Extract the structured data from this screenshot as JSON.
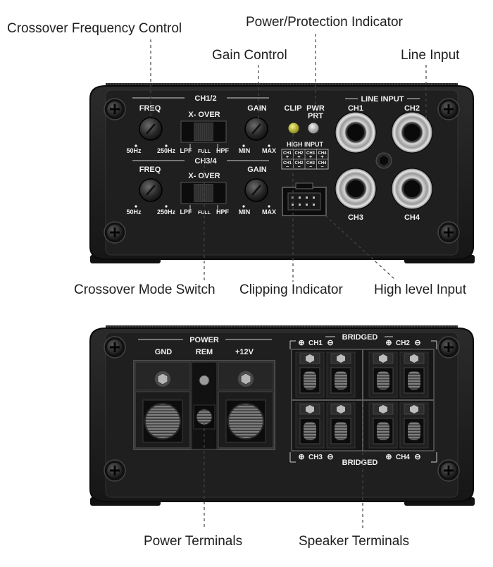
{
  "callouts": {
    "crossover_freq": "Crossover Frequency Control",
    "power_indicator": "Power/Protection Indicator",
    "gain": "Gain Control",
    "line_input": "Line Input",
    "crossover_mode": "Crossover Mode Switch",
    "clipping": "Clipping Indicator",
    "high_level": "High level Input",
    "power_terminals": "Power Terminals",
    "speaker_terminals": "Speaker Terminals"
  },
  "front_panel": {
    "ch12": "CH1/2",
    "ch34": "CH3/4",
    "freq": "FREQ",
    "gain": "GAIN",
    "xover": "X- OVER",
    "freq_min": "50Hz",
    "freq_max": "250Hz",
    "gain_min": "MIN",
    "gain_max": "MAX",
    "lpf": "LPF",
    "full": "FULL",
    "hpf": "HPF",
    "clip": "CLIP",
    "pwr": "PWR",
    "prt": "PRT",
    "line_input": "LINE INPUT",
    "high_input": "HIGH INPUT",
    "hi_ch": [
      "CH1",
      "CH2",
      "CH3",
      "CH4"
    ],
    "plus": "+",
    "minus": "−",
    "rca_ch": [
      "CH1",
      "CH2",
      "CH3",
      "CH4"
    ]
  },
  "rear_panel": {
    "power": "POWER",
    "gnd": "GND",
    "rem": "REM",
    "v12": "+12V",
    "bridged": "BRIDGED",
    "ch1": "CH1",
    "ch2": "CH2",
    "ch3": "CH3",
    "ch4": "CH4",
    "plus_sym": "⊕",
    "minus_sym": "⊖"
  }
}
